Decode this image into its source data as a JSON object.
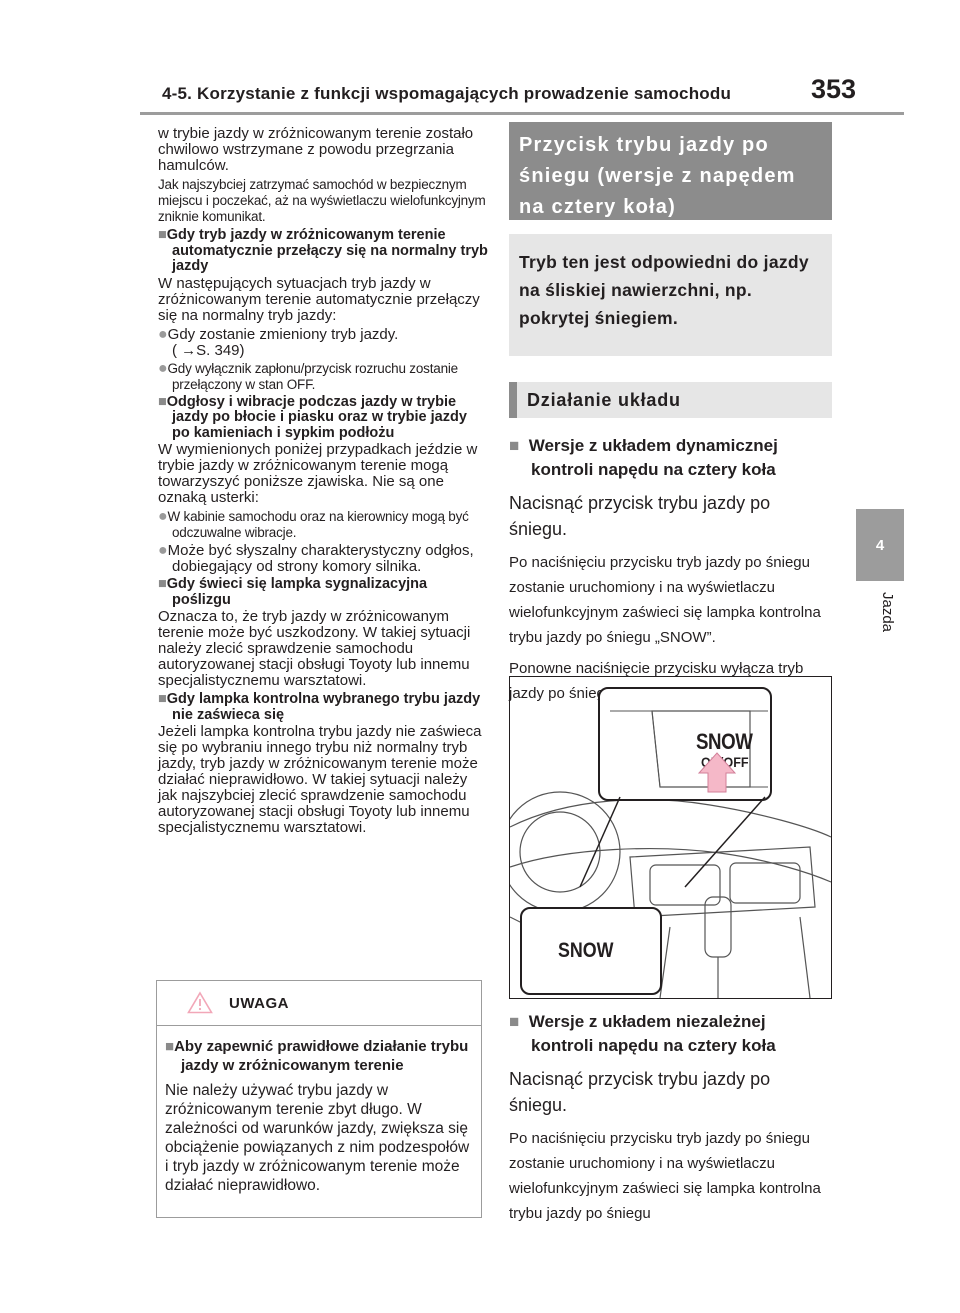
{
  "header": {
    "title": "4-5. Korzystanie z funkcji wspomagających prowadzenie samochodu",
    "page_number": "353"
  },
  "side_tab": {
    "number": "4",
    "label": "Jazda"
  },
  "left_column": {
    "p1": "w trybie jazdy w zróżnicowanym terenie zostało chwilowo wstrzymane z powodu przegrzania hamulców.",
    "p2": "Jak najszybciej zatrzymać samochód w bezpiecznym miejscu i poczekać, aż na wyświetlaczu wielofunkcyjnym zniknie komunikat.",
    "h1": "Gdy tryb jazdy w zróżnicowanym terenie automatycznie przełączy się na normalny tryb jazdy",
    "p3": "W następujących sytuacjach tryb jazdy w zróżnicowanym terenie automatycznie przełączy się na normalny tryb jazdy:",
    "b1": "Gdy zostanie zmieniony tryb jazdy.",
    "b1_ref": "( →S. 349)",
    "b2": "Gdy wyłącznik zapłonu/przycisk rozruchu zostanie przełączony w stan OFF.",
    "h2": "Odgłosy i wibracje podczas jazdy w trybie jazdy po błocie i piasku oraz w trybie jazdy po kamieniach i sypkim podłożu",
    "p4": "W wymienionych poniżej przypadkach jeździe w trybie jazdy w zróżnicowanym terenie mogą towarzyszyć poniższe zjawiska. Nie są one oznaką usterki:",
    "b3": "W kabinie samochodu oraz na kierownicy mogą być odczuwalne wibracje.",
    "b4": "Może być słyszalny charakterystyczny odgłos, dobiegający od strony komory silnika.",
    "h3": "Gdy świeci się lampka sygnalizacyjna poślizgu",
    "p5": "Oznacza to, że tryb jazdy w zróżnicowanym terenie może być uszkodzony. W takiej sytuacji należy zlecić sprawdzenie samochodu autoryzowanej stacji obsługi Toyoty lub innemu specjalistycznemu warsztatowi.",
    "h4": "Gdy lampka kontrolna wybranego trybu jazdy nie zaświeca się",
    "p6": "Jeżeli lampka kontrolna trybu jazdy nie zaświeca się po wybraniu innego trybu niż normalny tryb jazdy, tryb jazdy w zróżnicowanym terenie może działać nieprawidłowo. W takiej sytuacji należy jak najszybciej zlecić sprawdzenie samochodu autoryzowanej stacji obsługi Toyoty lub innemu specjalistycznemu warsztatowi."
  },
  "warning": {
    "title": "UWAGA",
    "heading": "Aby zapewnić prawidłowe działanie trybu jazdy w zróżnicowanym terenie",
    "text": "Nie należy używać trybu jazdy w zróżnicowanym terenie zbyt długo. W zależności od warunków jazdy, zwiększa się obciążenie powiązanych z nim podzespołów i tryb jazdy w zróżnicowanym terenie może działać nieprawidłowo."
  },
  "right_column": {
    "section_title": "Przycisk trybu jazdy po śniegu (wersje z napędem na cztery koła)",
    "intro": "Tryb ten jest odpowiedni do jazdy na śliskiej nawierzchni, np. pokrytej śniegiem.",
    "subsection": "Działanie układu",
    "h1": "Wersje z układem dynamicznej kontroli napędu na cztery koła",
    "lead1": "Nacisnąć przycisk trybu jazdy po śniegu.",
    "t1": "Po naciśnięciu przycisku tryb jazdy po śniegu zostanie uruchomiony i na wyświetlaczu wielofunkcyjnym zaświeci się lampka kontrolna trybu jazdy po śniegu „SNOW”.",
    "t2": "Ponowne naciśnięcie przycisku wyłącza tryb jazdy po śniegu.",
    "h2": "Wersje z układem niezależnej kontroli napędu na cztery koła",
    "lead2": "Nacisnąć przycisk trybu jazdy po śniegu.",
    "t3": "Po naciśnięciu przycisku tryb jazdy po śniegu zostanie uruchomiony i na wyświetlaczu wielofunkcyjnym zaświeci się lampka kontrolna trybu jazdy po śniegu"
  },
  "figure": {
    "button_label": "SNOW",
    "button_sublabel": "ON/OFF",
    "indicator_label": "SNOW"
  },
  "colors": {
    "accent_grey": "#8c8c8c",
    "light_grey": "#e6e6e6",
    "arrow_pink": "#f5b8c8"
  }
}
